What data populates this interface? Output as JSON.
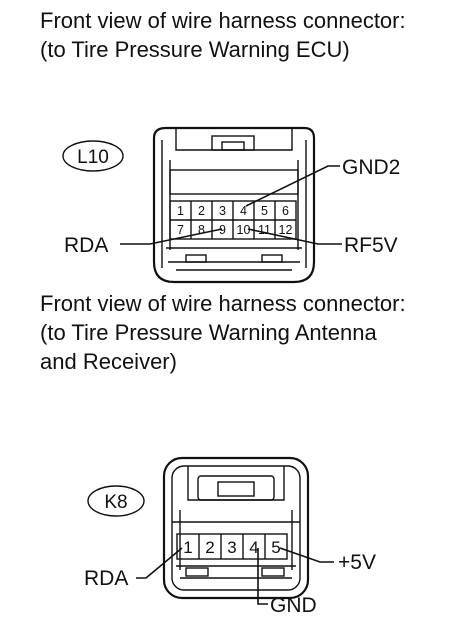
{
  "connector1": {
    "caption_lines": [
      "Front view of wire harness connector:",
      "(to Tire Pressure Warning ECU)"
    ],
    "id": "L10",
    "pins_top": [
      "1",
      "2",
      "3",
      "4",
      "5",
      "6"
    ],
    "pins_bottom": [
      "7",
      "8",
      "9",
      "10",
      "11",
      "12"
    ],
    "labels": {
      "gnd2": "GND2",
      "rda": "RDA",
      "rf5v": "RF5V"
    }
  },
  "connector2": {
    "caption_lines": [
      "Front view of wire harness connector:",
      "(to Tire Pressure Warning Antenna",
      "and Receiver)"
    ],
    "id": "K8",
    "pins": [
      "1",
      "2",
      "3",
      "4",
      "5"
    ],
    "labels": {
      "rda": "RDA",
      "plus5v": "+5V",
      "gnd": "GND"
    }
  }
}
